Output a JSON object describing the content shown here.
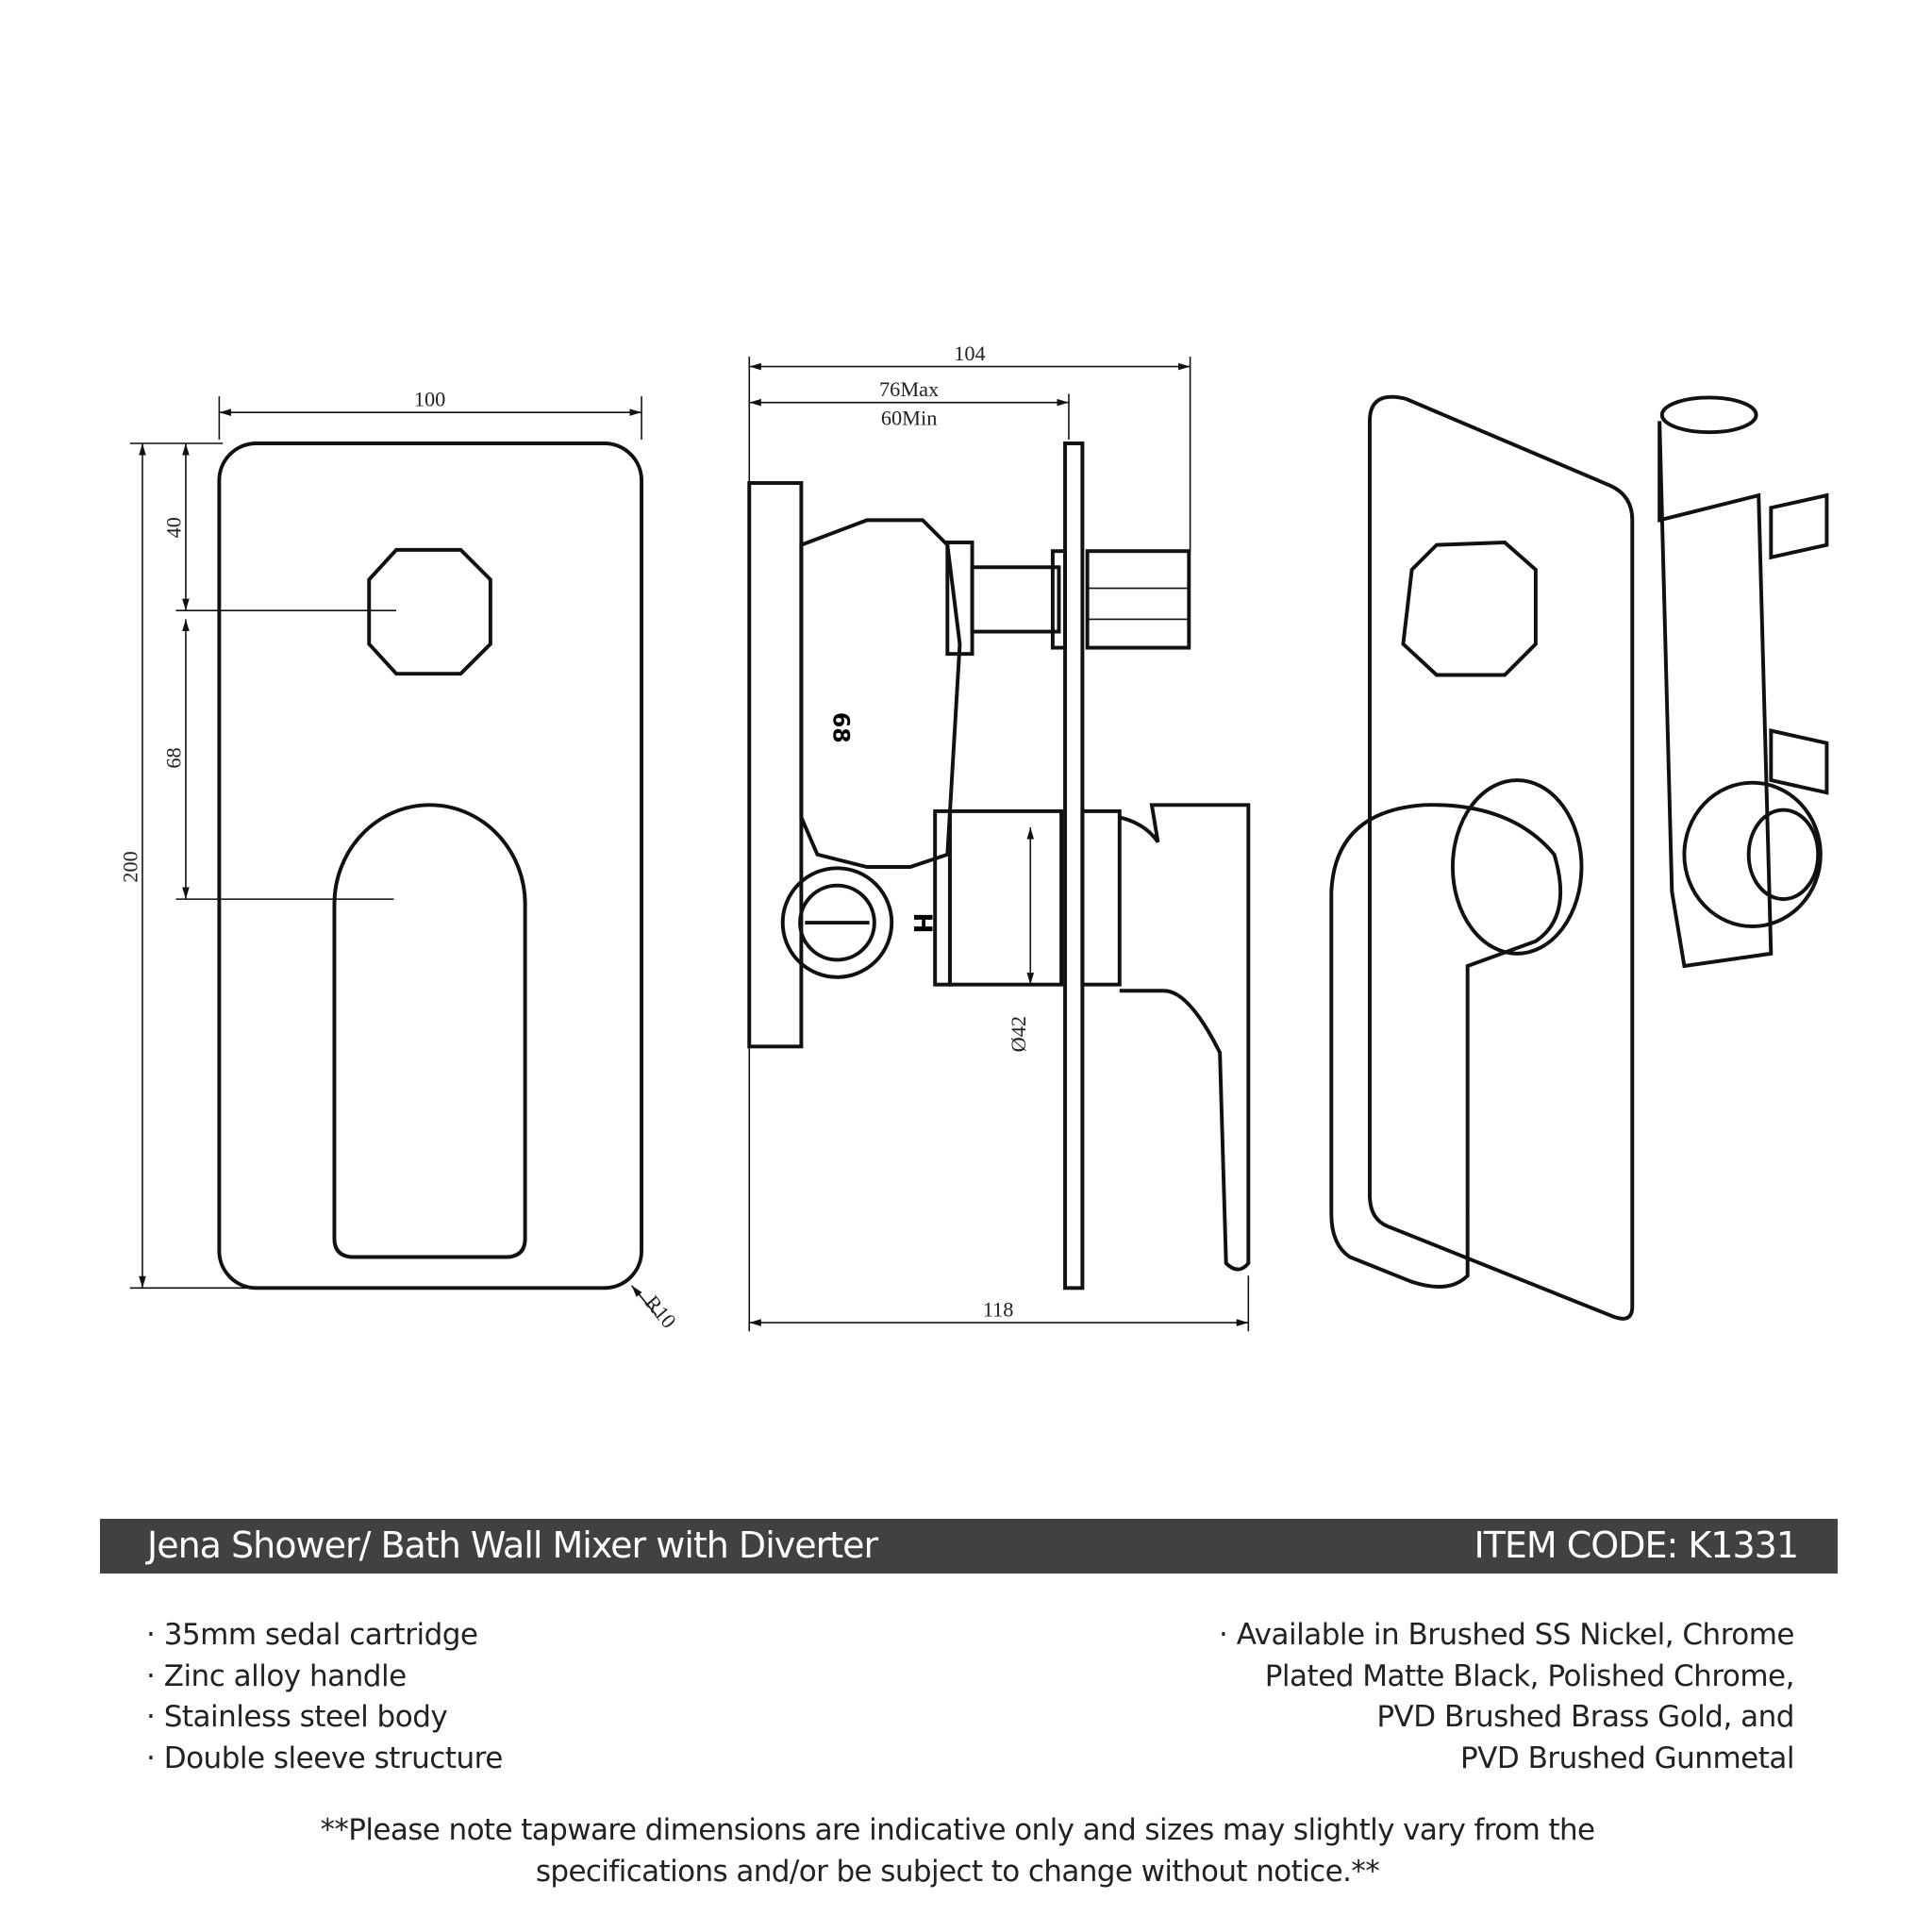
{
  "drawing": {
    "front_view": {
      "width": "100",
      "height": "200",
      "top_offset": "40",
      "spacing": "68",
      "corner_radius": "R10"
    },
    "side_view": {
      "overall_depth": "104",
      "min_max_label_max": "76Max",
      "min_max_label_min": "60Min",
      "body_diameter": "Ø42",
      "total_depth": "118",
      "body_mark": "68",
      "hot_mark": "H"
    }
  },
  "banner": {
    "title": "Jena Shower/ Bath Wall Mixer with Diverter",
    "item_code": "ITEM CODE: K1331",
    "background": "#414042"
  },
  "features": [
    "· 35mm sedal cartridge",
    "· Zinc alloy handle",
    "· Stainless steel body",
    "· Double sleeve structure"
  ],
  "finishes": [
    "· Available in Brushed SS Nickel, Chrome",
    "Plated Matte Black, Polished Chrome,",
    "PVD Brushed Brass Gold, and",
    "PVD Brushed Gunmetal"
  ],
  "disclaimer": [
    "**Please note tapware dimensions are indicative only and sizes may slightly vary from the",
    "specifications and/or be subject to change without notice.**"
  ]
}
